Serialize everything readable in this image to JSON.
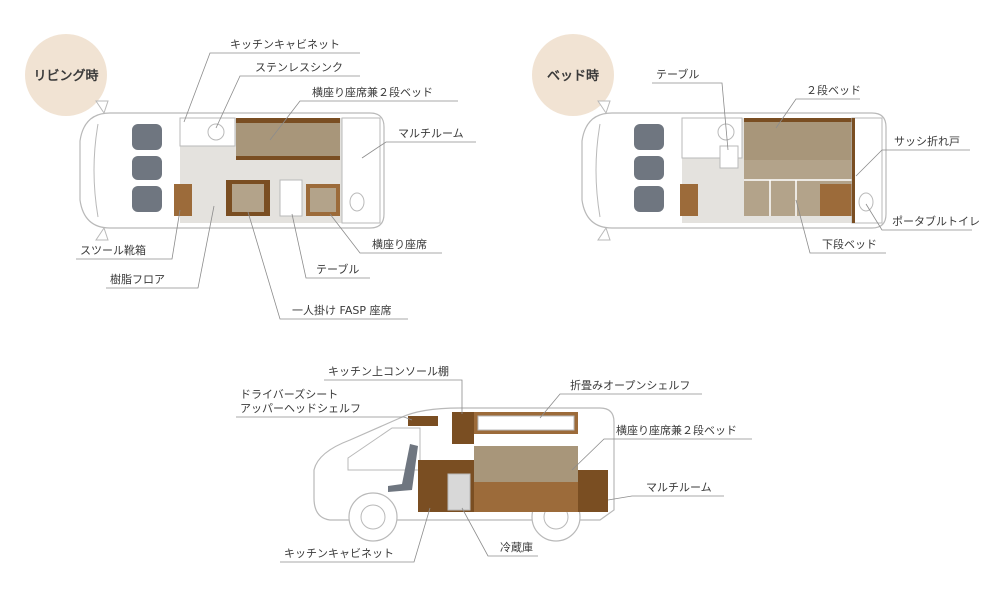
{
  "colors": {
    "badge_bg": "#f1e3d3",
    "brown_dark": "#7a4e22",
    "brown_mid": "#9c6b3a",
    "tan": "#b3a38a",
    "bed_tan": "#a8967a",
    "floor": "#e4e2de",
    "body_outline": "#b9b9b9",
    "seat": "#6f7680",
    "leader": "#8c8c8c",
    "text": "#3a3a3a"
  },
  "living": {
    "badge": "リビング時",
    "labels": {
      "kitchen_cabinet": "キッチンキャビネット",
      "stainless_sink": "ステンレスシンク",
      "side_bed": "横座り座席兼２段ベッド",
      "multi_room": "マルチルーム",
      "stool_shoebox": "スツール靴箱",
      "resin_floor": "樹脂フロア",
      "side_seat": "横座り座席",
      "table": "テーブル",
      "fasp_seat": "一人掛け FASP 座席"
    }
  },
  "bed": {
    "badge": "ベッド時",
    "labels": {
      "table": "テーブル",
      "upper_bed": "２段ベッド",
      "sash_door": "サッシ折れ戸",
      "portable_toilet": "ポータブルトイレ",
      "lower_bed": "下段ベッド"
    }
  },
  "side": {
    "labels": {
      "upper_console": "キッチン上コンソール棚",
      "driver_shelf_1": "ドライバーズシート",
      "driver_shelf_2": "アッパーヘッドシェルフ",
      "folding_shelf": "折畳みオープンシェルフ",
      "side_bed": "横座り座席兼２段ベッド",
      "multi_room": "マルチルーム",
      "kitchen_cabinet": "キッチンキャビネット",
      "fridge": "冷蔵庫"
    }
  }
}
